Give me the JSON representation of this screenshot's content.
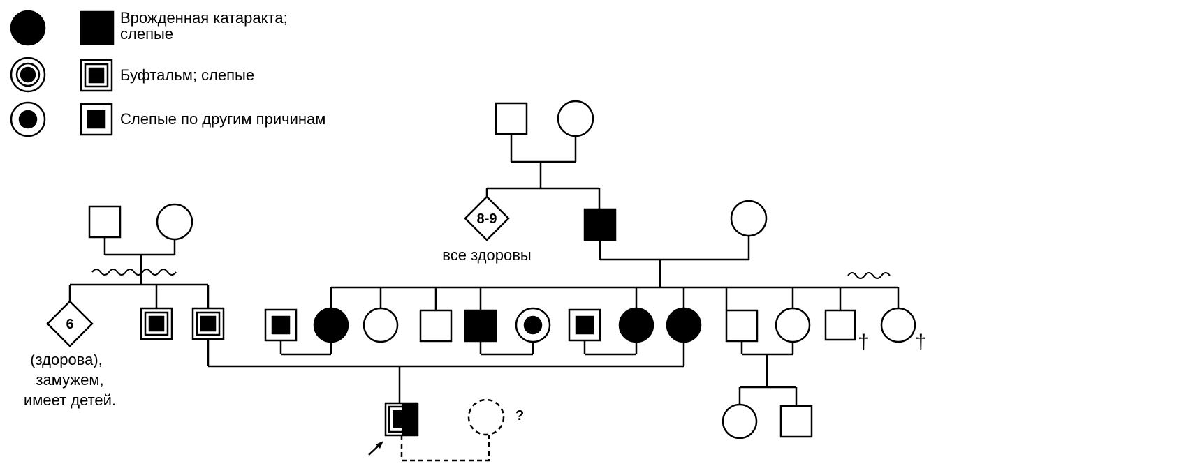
{
  "legend": {
    "cataract_label_line1": "Врожденная катаракта;",
    "cataract_label_line2": "слепые",
    "buphthalmos_label": "Буфтальм; слепые",
    "other_causes_label": "Слепые по другим причинам"
  },
  "pedigree": {
    "sibship_count_label": "8-9",
    "sibship_note": "все здоровы",
    "left_diamond_label": "6",
    "left_note_line1": "(здорова),",
    "left_note_line2": "замужем,",
    "left_note_line3": "имеет детей.",
    "deceased_symbol": "†",
    "unknown_mark": "?"
  },
  "colors": {
    "ink": "#000000",
    "paper": "#ffffff"
  }
}
